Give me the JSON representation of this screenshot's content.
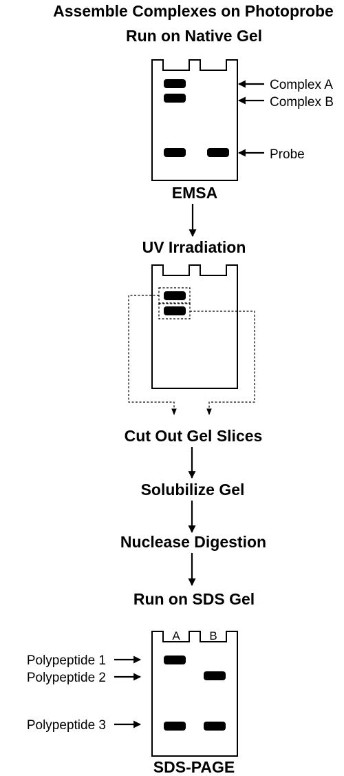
{
  "steps": {
    "assemble": "Assemble Complexes on Photoprobe",
    "native_gel": "Run on Native Gel",
    "emsa": "EMSA",
    "uv": "UV Irradiation",
    "cut": "Cut Out Gel Slices",
    "solubilize": "Solubilize Gel",
    "nuclease": "Nuclease Digestion",
    "sds_gel": "Run on SDS Gel",
    "sds_page": "SDS-PAGE"
  },
  "emsa_labels": {
    "complex_a": "Complex A",
    "complex_b": "Complex B",
    "probe": "Probe"
  },
  "sds_labels": {
    "lane_a": "A",
    "lane_b": "B",
    "polypeptide_1": "Polypeptide 1",
    "polypeptide_2": "Polypeptide 2",
    "polypeptide_3": "Polypeptide 3"
  }
}
